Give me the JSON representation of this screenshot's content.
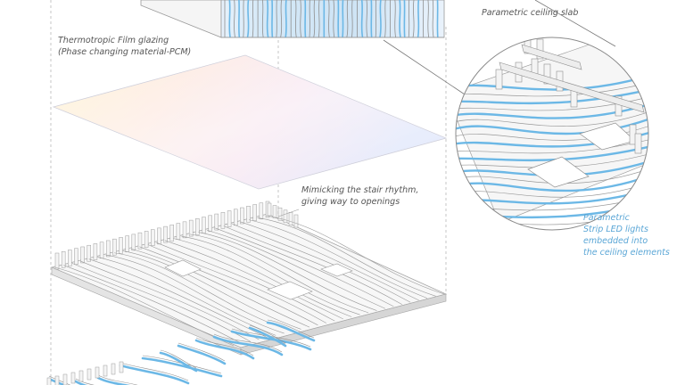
{
  "labels": {
    "glazing_line1": "Thermotropic Film glazing",
    "glazing_line2": "(Phase changing material-PCM)",
    "ceiling_slab": "Parametric ceiling slab",
    "stair_line1": "Mimicking the stair rhythm,",
    "stair_line2": "giving way to openings",
    "led_line1": "Parametric",
    "led_line2": "Strip LED lights",
    "led_line3": "embedded into",
    "led_line4": "the ceiling elements"
  },
  "colors": {
    "line_gray": "#8c8c8c",
    "fin_top": "#f4f4f4",
    "fin_side": "#cfcfcf",
    "led_blue": "#6cb8e6",
    "label_gray": "#555555",
    "label_blue": "#5aa6d6"
  }
}
